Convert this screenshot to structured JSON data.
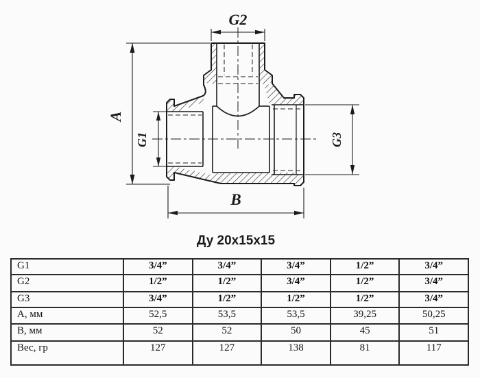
{
  "drawing": {
    "caption": "Ду 20х15х15",
    "labels": {
      "a": "A",
      "g1": "G1",
      "g2": "G2",
      "g3": "G3",
      "b": "B"
    },
    "line_color": "#1b1b1b",
    "background": "#fbfbfb"
  },
  "table": {
    "rows": [
      {
        "label": "G1",
        "values": [
          "3/4”",
          "3/4”",
          "3/4”",
          "1/2”",
          "3/4”"
        ]
      },
      {
        "label": "G2",
        "values": [
          "1/2”",
          "1/2”",
          "3/4”",
          "1/2”",
          "3/4”"
        ]
      },
      {
        "label": "G3",
        "values": [
          "3/4”",
          "1/2”",
          "1/2”",
          "1/2”",
          "3/4”"
        ]
      },
      {
        "label": "А, мм",
        "values": [
          "52,5",
          "53,5",
          "53,5",
          "39,25",
          "50,25"
        ]
      },
      {
        "label": "В, мм",
        "values": [
          "52",
          "52",
          "50",
          "45",
          "51"
        ]
      },
      {
        "label": "Вес, гр",
        "values": [
          "127",
          "127",
          "138",
          "81",
          "117"
        ]
      }
    ]
  }
}
